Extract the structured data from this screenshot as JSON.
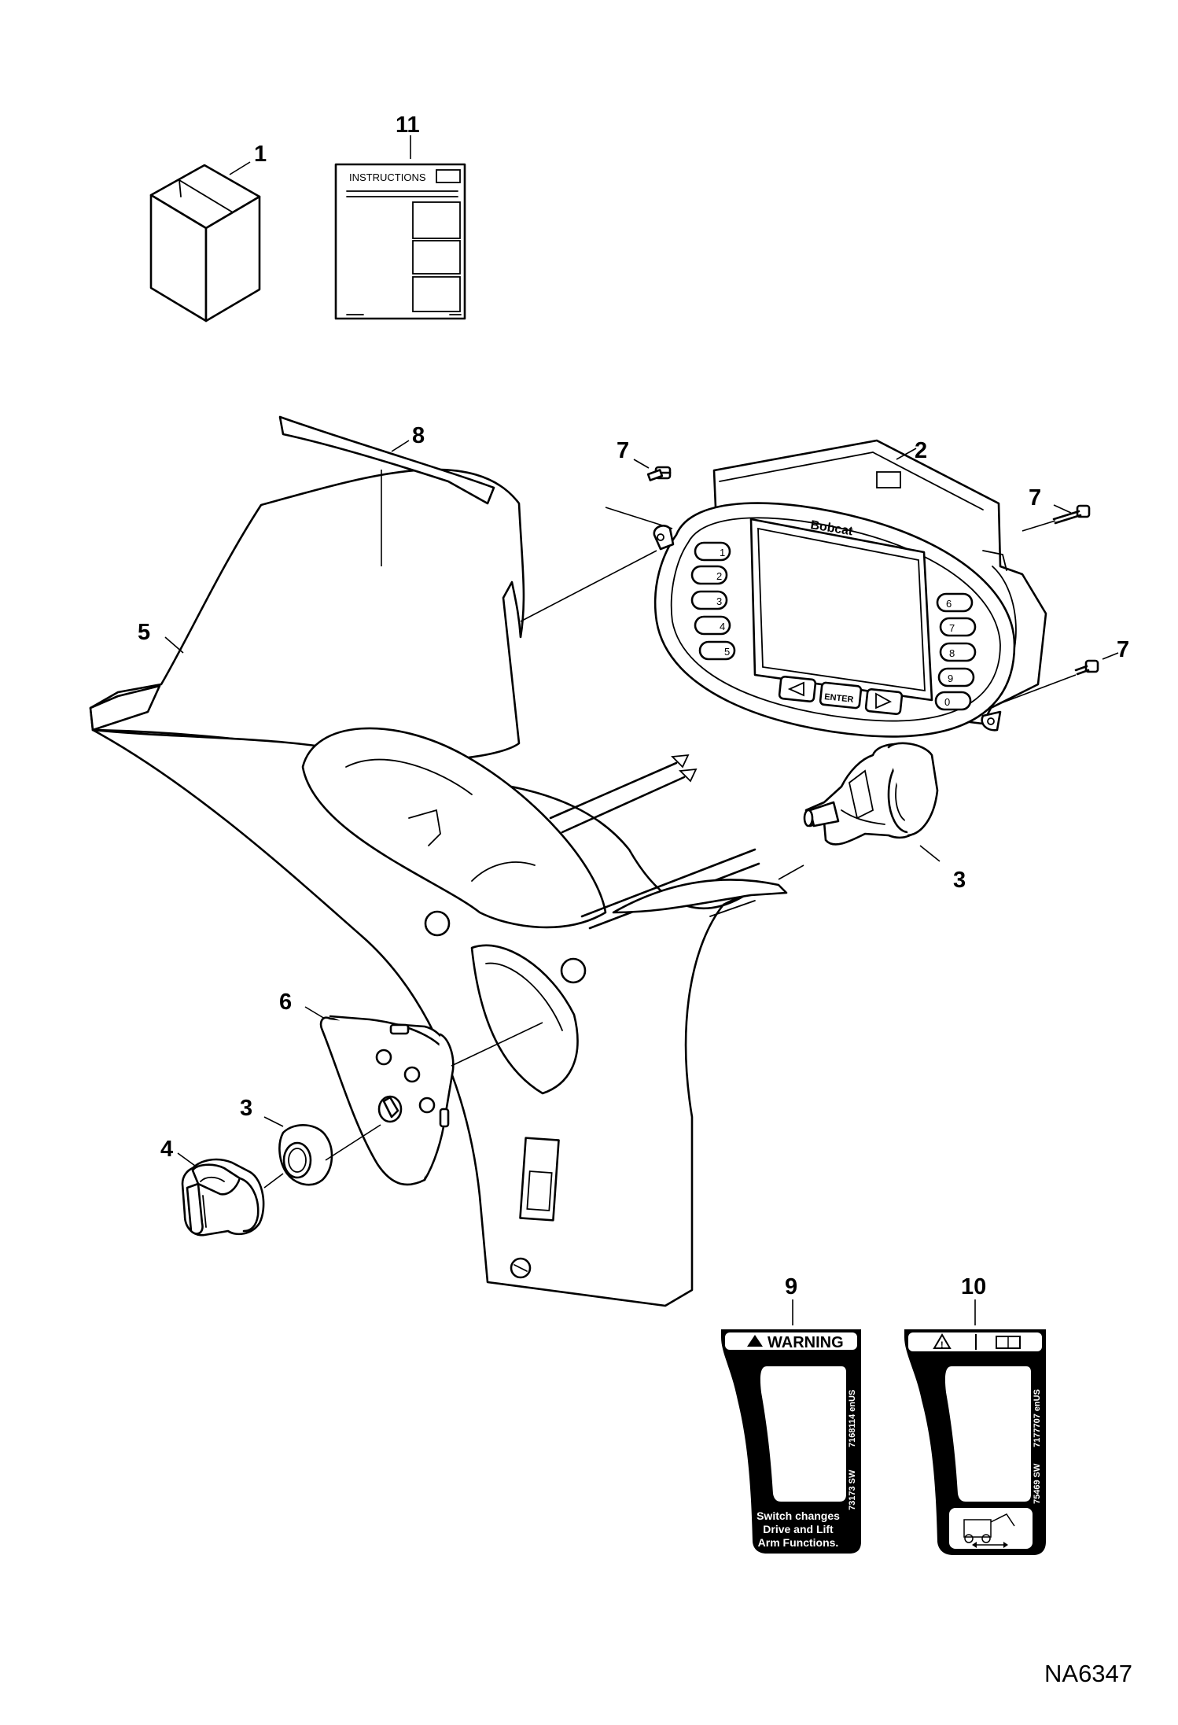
{
  "callouts": {
    "c1": "1",
    "c2": "2",
    "c3a": "3",
    "c3b": "3",
    "c4": "4",
    "c5": "5",
    "c6": "6",
    "c7a": "7",
    "c7b": "7",
    "c7c": "7",
    "c8": "8",
    "c9": "9",
    "c10": "10",
    "c11": "11"
  },
  "instructions": {
    "title": "INSTRUCTIONS"
  },
  "display": {
    "brand": "Bobcat",
    "center_button": "ENTER",
    "left_keys": [
      "1",
      "2",
      "3",
      "4",
      "5"
    ],
    "right_keys": [
      "6",
      "7",
      "8",
      "9",
      "0"
    ]
  },
  "decal_warning": {
    "header": "WARNING",
    "part_top": "7168114 enUS",
    "part_bottom": "73173 SW",
    "message": [
      "Switch changes",
      "Drive and Lift",
      "Arm Functions."
    ]
  },
  "decal_symbols": {
    "part_top": "7177707 enUS",
    "part_bottom": "75469 SW"
  },
  "figure_ref": "NA6347"
}
